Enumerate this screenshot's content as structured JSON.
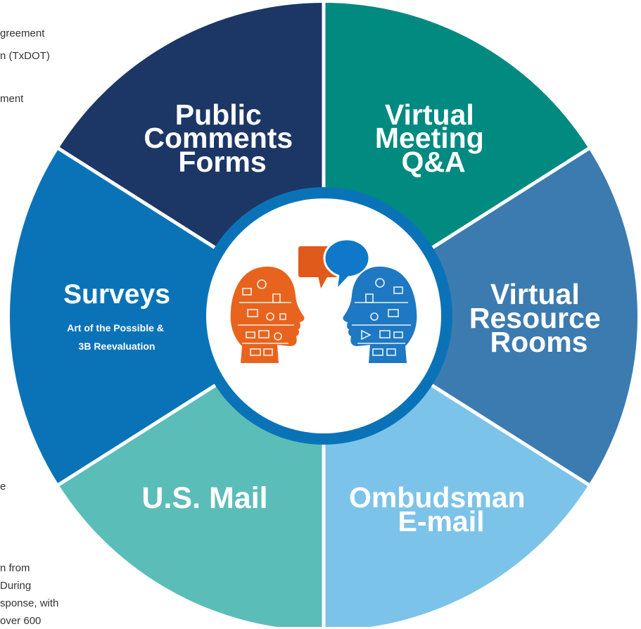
{
  "background_text": [
    "greement",
    "n (TxDOT)",
    "ment",
    "e",
    "n from",
    "During",
    "sponse, with",
    "over 600"
  ],
  "segments": [
    {
      "key": "public-comments",
      "title_lines": [
        "Public",
        "Comments",
        "Forms"
      ],
      "subtitle_lines": [],
      "color": "#1c3766"
    },
    {
      "key": "virtual-meeting",
      "title_lines": [
        "Virtual",
        "Meeting",
        "Q&A"
      ],
      "subtitle_lines": [],
      "color": "#008a80"
    },
    {
      "key": "virtual-resource-rooms",
      "title_lines": [
        "Virtual",
        "Resource",
        "Rooms"
      ],
      "subtitle_lines": [],
      "color": "#3c7bb0"
    },
    {
      "key": "ombudsman-email",
      "title_lines": [
        "Ombudsman",
        "E-mail"
      ],
      "subtitle_lines": [],
      "color": "#7cc3ea"
    },
    {
      "key": "us-mail",
      "title_lines": [
        "U.S. Mail"
      ],
      "subtitle_lines": [],
      "color": "#5bbdb7"
    },
    {
      "key": "surveys",
      "title_lines": [
        "Surveys"
      ],
      "subtitle_lines": [
        "Art of the Possible &",
        "3B Reevaluation"
      ],
      "color": "#0a73b8"
    }
  ],
  "center": {
    "ring_color": "#0a73b8",
    "left_head_color": "#e8641e",
    "right_head_color": "#1e78c2",
    "left_bubble_color": "#e05a1c",
    "right_bubble_color": "#1078c8",
    "left_head_icon": "head-profile-icon",
    "right_head_icon": "head-profile-icon"
  }
}
